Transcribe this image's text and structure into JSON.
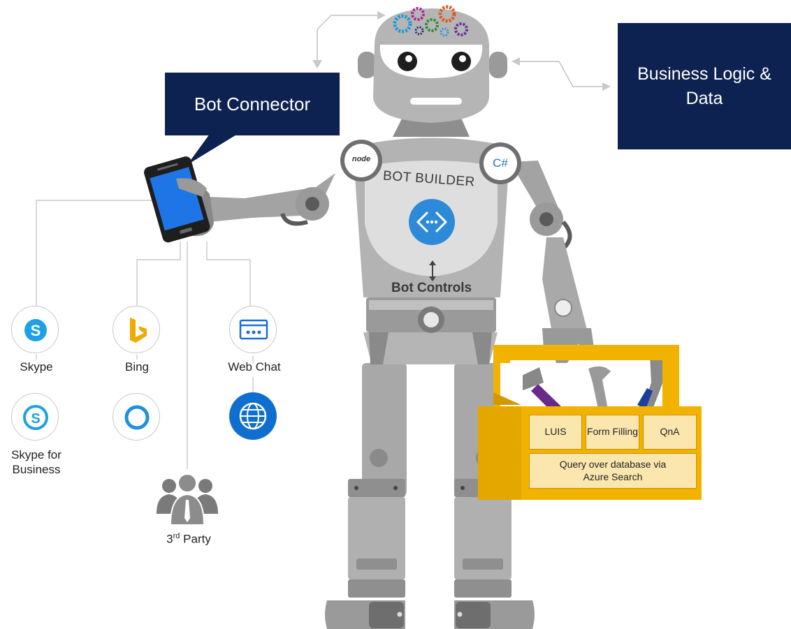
{
  "callouts": {
    "bot_connector": "Bot Connector",
    "business_logic": "Business Logic & Data"
  },
  "robot": {
    "chest_label": "BOT BUILDER",
    "controls_label": "Bot Controls",
    "left_shoulder": "node",
    "right_shoulder": "C#"
  },
  "channels": [
    {
      "label": "Skype",
      "icon": "skype-icon"
    },
    {
      "label": "Skype for Business",
      "icon": "skype-for-business-icon"
    },
    {
      "label": "Bing",
      "icon": "bing-icon"
    },
    {
      "label": "",
      "icon": "cortana-icon"
    },
    {
      "label": "Web Chat",
      "icon": "web-chat-icon"
    },
    {
      "label": "",
      "icon": "globe-icon"
    }
  ],
  "third_party": {
    "prefix": "3",
    "sup": "rd",
    "suffix": " Party"
  },
  "toolbox": {
    "luis": "LUIS",
    "form_filling": "Form Filling",
    "qna": "QnA",
    "query": "Query over database via Azure Search"
  },
  "colors": {
    "navy": "#0d2250",
    "robot_gray": "#9a9a9a",
    "robot_light": "#c8c8c8",
    "azure_blue": "#2d8ad8",
    "toolbox_yellow": "#f2b300"
  }
}
